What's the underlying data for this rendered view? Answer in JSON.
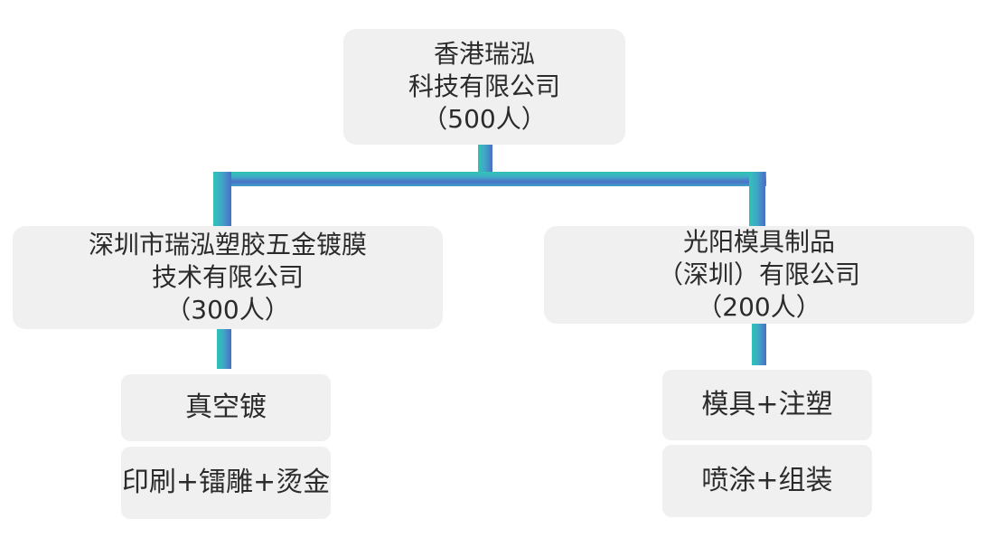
{
  "chart": {
    "root": {
      "line1": "香港瑞泓",
      "line2": "科技有限公司",
      "line3": "（500人）"
    },
    "left": {
      "line1": "深圳市瑞泓塑胶五金镀膜",
      "line2": "技术有限公司",
      "line3": "（300人）",
      "items": [
        "真空镀",
        "印刷+镭雕+烫金"
      ]
    },
    "right": {
      "line1": "光阳模具制品",
      "line2": "（深圳）有限公司",
      "line3": "（200人）",
      "items": [
        "模具+注塑",
        "喷涂+组装"
      ]
    },
    "colors": {
      "box_fill": "#f0f0f0",
      "text": "#2b2b2b",
      "connector_teal": "#2fc4b4",
      "connector_blue": "#4a6fc4"
    }
  }
}
